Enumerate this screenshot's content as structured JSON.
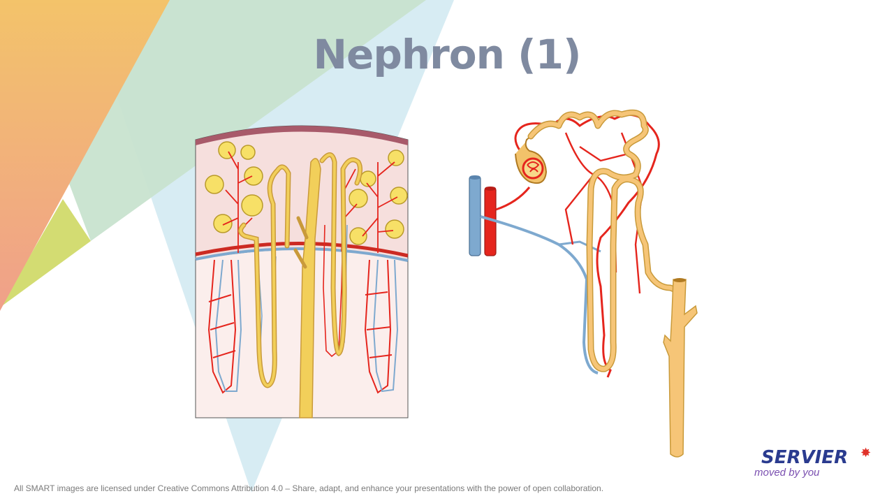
{
  "slide": {
    "title": "Nephron (1)",
    "footer": "All SMART images are licensed under Creative Commons Attribution 4.0 – Share, adapt, and enhance your presentations with the power of open collaboration."
  },
  "logo": {
    "brand": "SERVIER",
    "tagline": "moved by you"
  },
  "colors": {
    "title": "#7f8aa0",
    "artery": "#e5251d",
    "vein": "#7ea9cf",
    "tubule": "#f2c26a",
    "tubule_outline": "#c99a3a",
    "cortex_bg": "#f6dfdd",
    "capsule": "#a85a6a",
    "brand_blue": "#2a3b8f",
    "brand_purple": "#7a4fb0",
    "brand_red": "#e0322a"
  }
}
